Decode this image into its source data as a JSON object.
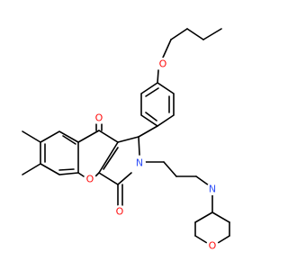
{
  "molecule": {
    "atoms": [
      {
        "id": "o-propoxy",
        "label": "O",
        "color": "#ff0d0d"
      },
      {
        "id": "o-ketone",
        "label": "O",
        "color": "#ff0d0d"
      },
      {
        "id": "o-ring",
        "label": "O",
        "color": "#ff0d0d"
      },
      {
        "id": "o-lactam",
        "label": "O",
        "color": "#ff0d0d"
      },
      {
        "id": "n-pyrrolidinone",
        "label": "N",
        "color": "#3050f8"
      },
      {
        "id": "n-morpholine",
        "label": "N",
        "color": "#3050f8"
      },
      {
        "id": "o-morpholine",
        "label": "O",
        "color": "#ff0d0d"
      }
    ]
  }
}
